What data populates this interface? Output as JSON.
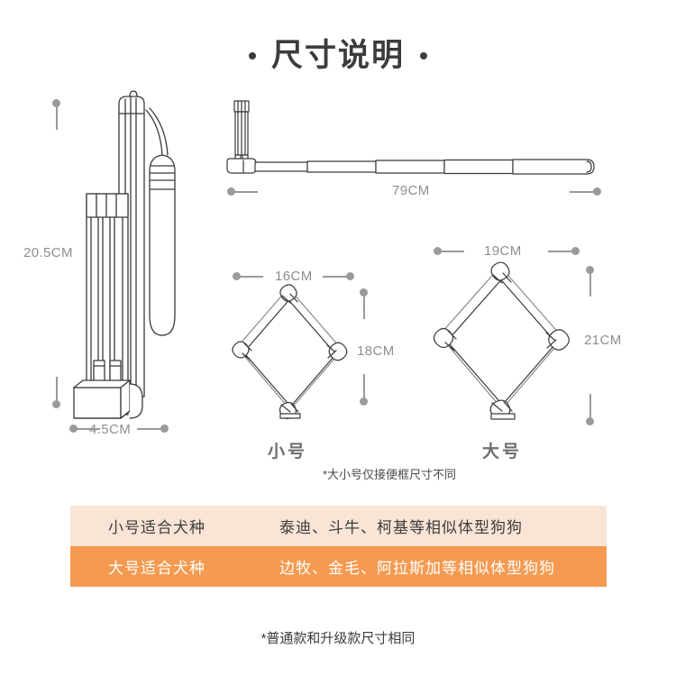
{
  "page": {
    "background": "#ffffff",
    "accent_orange": "#f59a50",
    "accent_light": "#f9e4d5",
    "dim_color": "#8e8e8e"
  },
  "header": {
    "title": "尺寸说明",
    "bullet_left": "•",
    "bullet_right": "•"
  },
  "diagrams": {
    "folded": {
      "name": "folded-scooper",
      "height_label": "20.5CM",
      "width_label": "4.5CM"
    },
    "extended": {
      "name": "extended-pole",
      "length_label": "79CM"
    },
    "small_frame": {
      "name": "small-frame",
      "width_label": "16CM",
      "height_label": "18CM",
      "caption": "小号"
    },
    "large_frame": {
      "name": "large-frame",
      "width_label": "19CM",
      "height_label": "21CM",
      "caption": "大号"
    }
  },
  "notes": {
    "frame_note": "*大小号仅接便框尺寸不同",
    "bottom_note": "*普通款和升级款尺寸相同"
  },
  "breed_table": {
    "rows": [
      {
        "category": "小号适合犬种",
        "breeds": "泰迪、斗牛、柯基等相似体型狗狗",
        "style": "light"
      },
      {
        "category": "大号适合犬种",
        "breeds": "边牧、金毛、阿拉斯加等相似体型狗狗",
        "style": "dark"
      }
    ]
  }
}
